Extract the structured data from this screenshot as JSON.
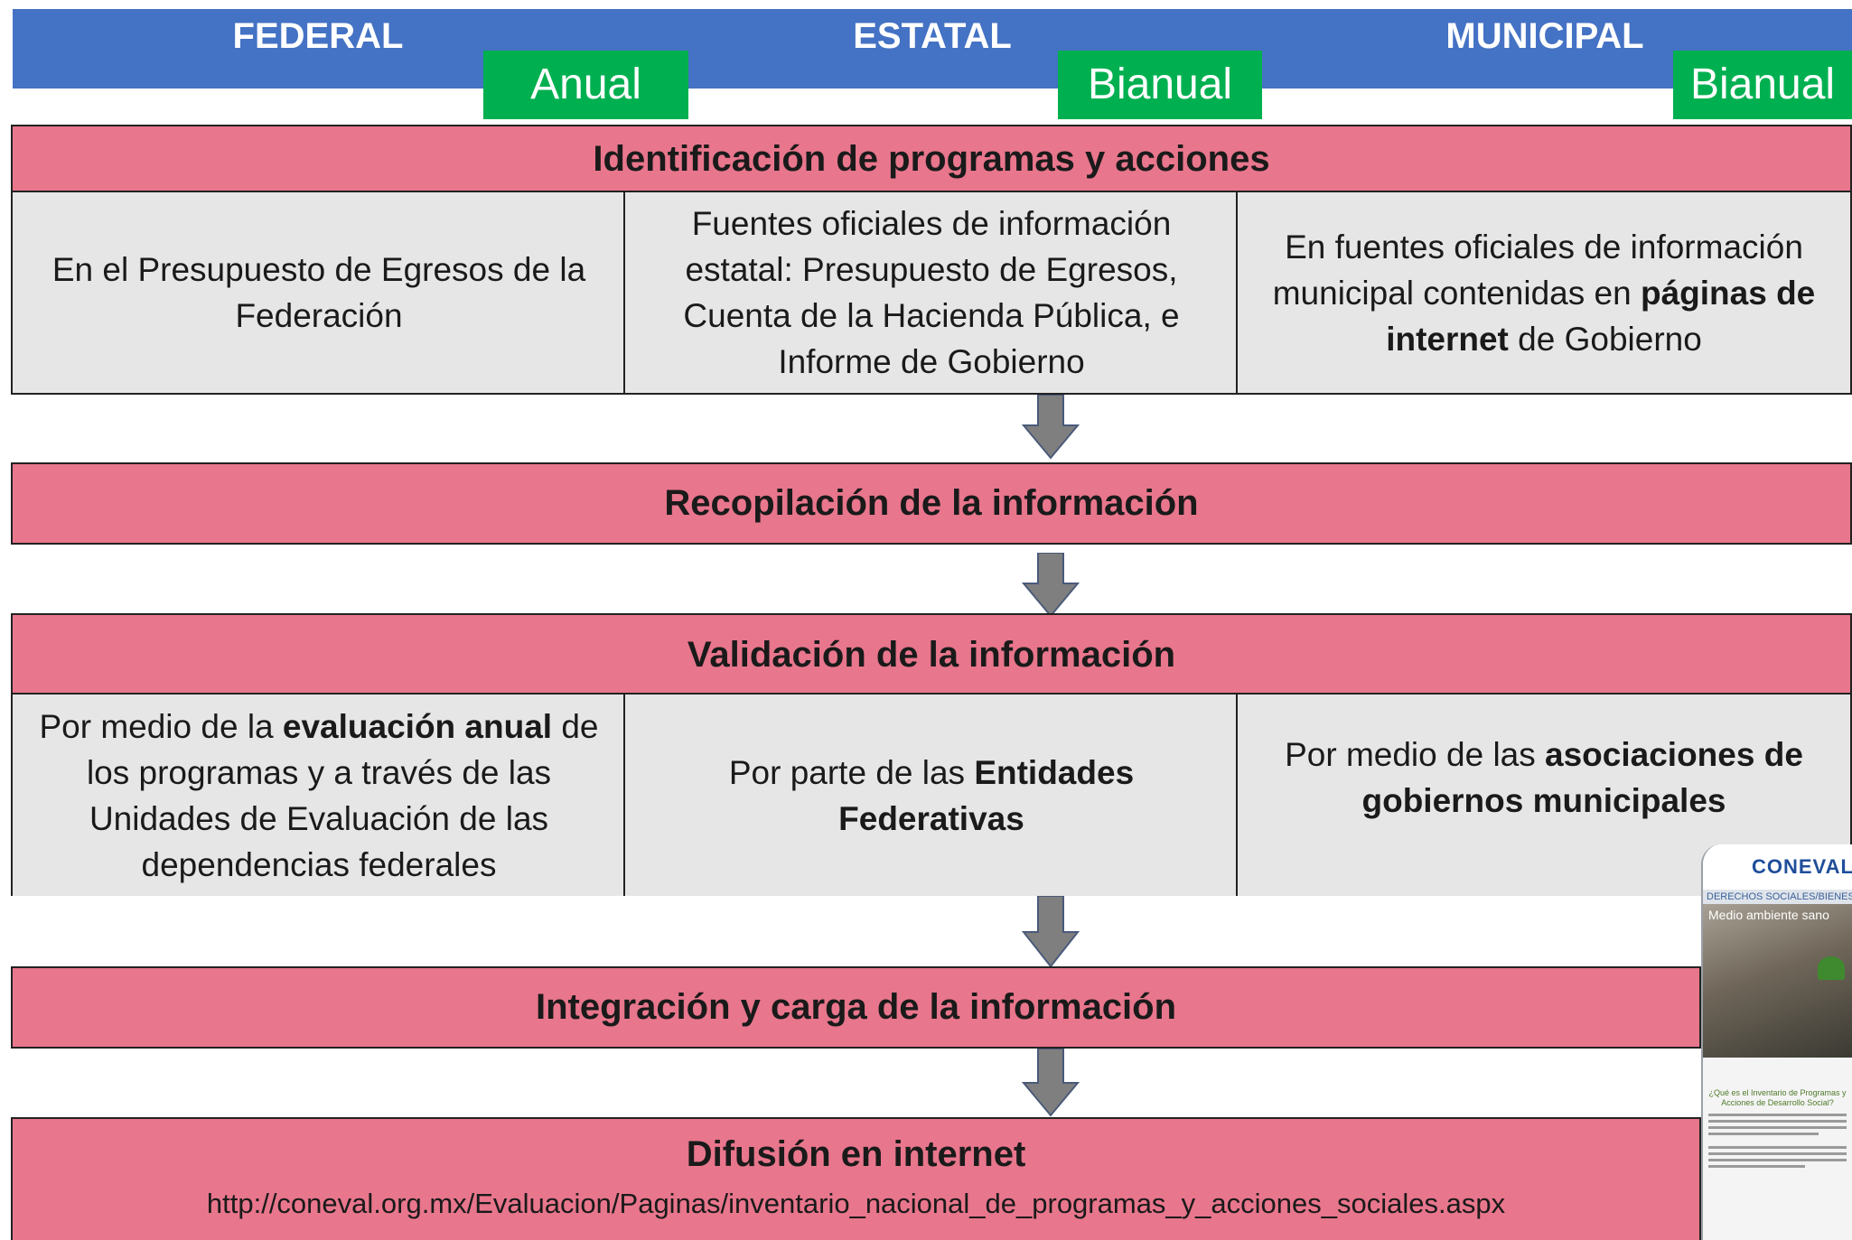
{
  "header": {
    "levels": [
      {
        "label": "FEDERAL",
        "frequency": "Anual"
      },
      {
        "label": "ESTATAL",
        "frequency": "Bianual"
      },
      {
        "label": "MUNICIPAL",
        "frequency": "Bianual"
      }
    ]
  },
  "stages": {
    "identificacion": {
      "title": "Identificación de programas y acciones",
      "cells": [
        {
          "parts": [
            {
              "text": "En el Presupuesto de Egresos de la Federación",
              "bold": false
            }
          ]
        },
        {
          "parts": [
            {
              "text": "Fuentes oficiales de información estatal: Presupuesto de Egresos, Cuenta de la Hacienda Pública, e Informe de Gobierno",
              "bold": false
            }
          ]
        },
        {
          "parts": [
            {
              "text": "En fuentes oficiales de información municipal contenidas en ",
              "bold": false
            },
            {
              "text": "páginas de internet",
              "bold": true
            },
            {
              "text": " de Gobierno",
              "bold": false
            }
          ]
        }
      ]
    },
    "recopilacion": {
      "title": "Recopilación de la información"
    },
    "validacion": {
      "title": "Validación de la información",
      "cells": [
        {
          "parts": [
            {
              "text": "Por medio de la ",
              "bold": false
            },
            {
              "text": "evaluación anual",
              "bold": true
            },
            {
              "text": " de los programas y a través de las Unidades de Evaluación de las dependencias federales",
              "bold": false
            }
          ]
        },
        {
          "parts": [
            {
              "text": "Por parte de las ",
              "bold": false
            },
            {
              "text": "Entidades Federativas",
              "bold": true
            }
          ]
        },
        {
          "parts": [
            {
              "text": "Por medio de las ",
              "bold": false
            },
            {
              "text": "asociaciones de gobiernos municipales",
              "bold": true
            }
          ]
        }
      ]
    },
    "integracion": {
      "title": "Integración y carga de la información"
    },
    "difusion": {
      "title": "Difusión en internet",
      "url": "http://coneval.org.mx/Evaluacion/Paginas/inventario_nacional_de_programas_y_acciones_sociales.aspx"
    }
  },
  "thumbnail": {
    "logo": "CONEVAL",
    "nav": "DERECHOS SOCIALES/BIENES",
    "hero_title": "Medio ambiente sano",
    "heading": "¿Qué es el Inventario de Programas y Acciones de Desarrollo Social?"
  },
  "colors": {
    "header_blue": "#4472c4",
    "badge_green": "#00b050",
    "stage_pink": "#e8768c",
    "cell_grey": "#e6e6e6",
    "arrow_grey": "#7f7f7f"
  }
}
